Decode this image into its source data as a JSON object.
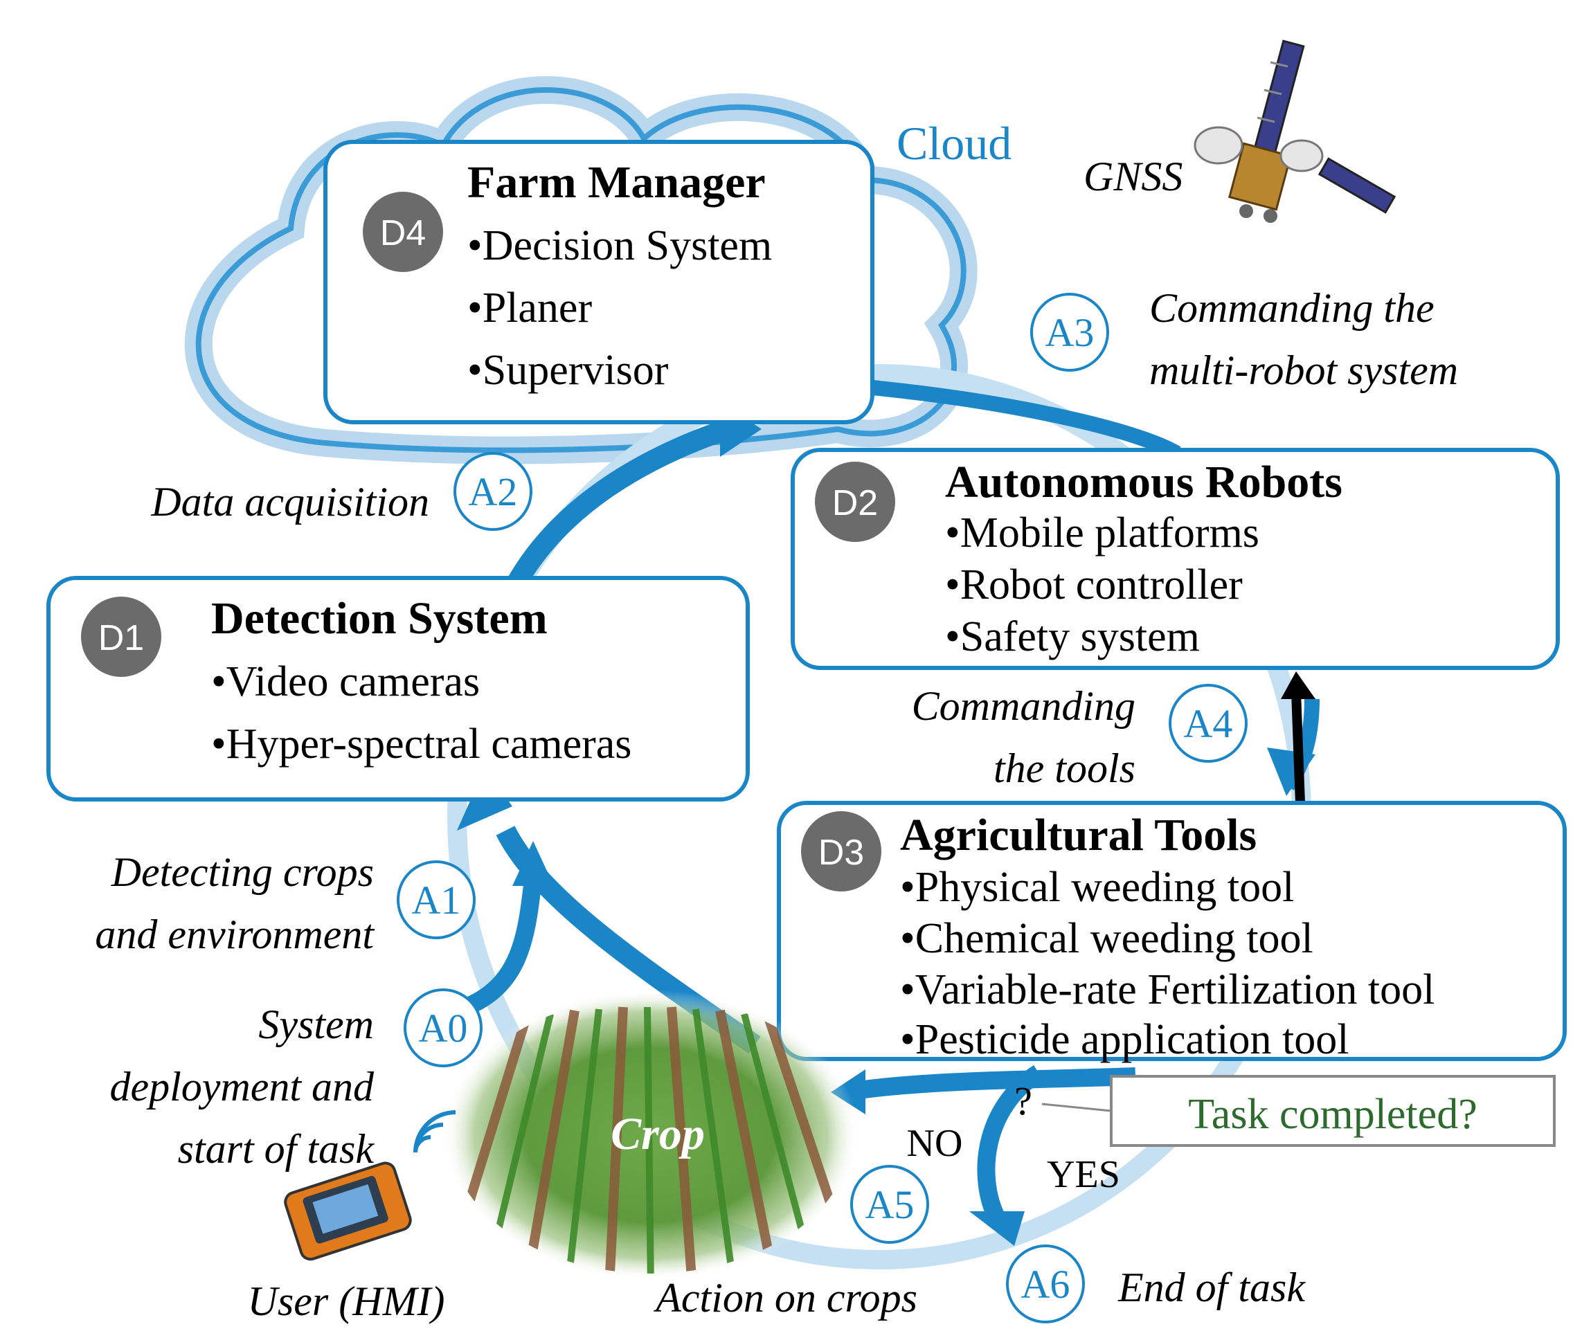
{
  "cloud_label": "Cloud",
  "gnss_label": "GNSS",
  "boxes": {
    "d4": {
      "badge": "D4",
      "title": "Farm Manager",
      "items": [
        "•Decision System",
        "•Planer",
        "•Supervisor"
      ]
    },
    "d1": {
      "badge": "D1",
      "title": "Detection System",
      "items": [
        "•Video cameras",
        "•Hyper-spectral cameras"
      ]
    },
    "d2": {
      "badge": "D2",
      "title": "Autonomous Robots",
      "items": [
        "•Mobile platforms",
        "•Robot controller",
        "•Safety system"
      ]
    },
    "d3": {
      "badge": "D3",
      "title": "Agricultural Tools",
      "items": [
        "•Physical weeding tool",
        "•Chemical weeding tool",
        "•Variable-rate Fertilization tool",
        "•Pesticide application tool"
      ]
    }
  },
  "actions": {
    "a0": {
      "id": "A0",
      "label": [
        "System",
        "deployment and",
        "start of task"
      ]
    },
    "a1": {
      "id": "A1",
      "label": [
        "Detecting crops",
        "and environment"
      ]
    },
    "a2": {
      "id": "A2",
      "label": [
        "Data acquisition"
      ]
    },
    "a3": {
      "id": "A3",
      "label": [
        "Commanding the",
        "multi-robot system"
      ]
    },
    "a4": {
      "id": "A4",
      "label": [
        "Commanding",
        "the tools"
      ]
    },
    "a5": {
      "id": "A5",
      "label": [
        "Action on crops"
      ]
    },
    "a6": {
      "id": "A6",
      "label": [
        "End of task"
      ]
    }
  },
  "crop_label": "Crop",
  "user_label": "User (HMI)",
  "decision": {
    "question": "Task completed?",
    "mark": "?",
    "no": "NO",
    "yes": "YES"
  },
  "colors": {
    "accent": "#1a86c8",
    "badge": "#6b6b6b",
    "task_text": "#2d6a2d"
  }
}
